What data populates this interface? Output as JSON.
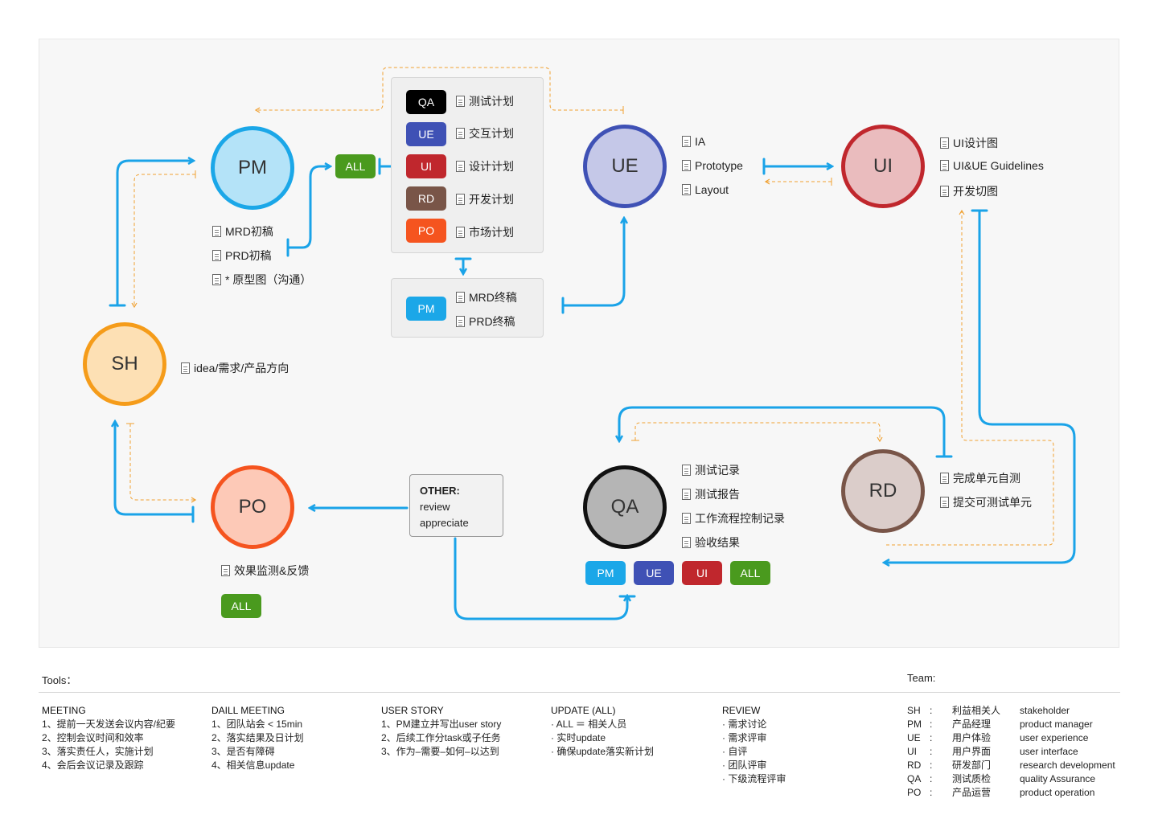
{
  "nodes": {
    "pm": {
      "label": "PM"
    },
    "ue": {
      "label": "UE"
    },
    "ui": {
      "label": "UI"
    },
    "sh": {
      "label": "SH"
    },
    "po": {
      "label": "PO"
    },
    "qa": {
      "label": "QA"
    },
    "rd": {
      "label": "RD"
    }
  },
  "colors": {
    "arrow": "#1aa3e8",
    "dashed": "#f0a030",
    "pm": "#1ba7e8",
    "ue": "#3f51b5",
    "ui": "#c0272d",
    "sh": "#f59c1a",
    "po": "#f5541f",
    "qa": "#111111",
    "rd": "#795548",
    "all": "#4a9a1e"
  },
  "tags": {
    "all_left": "ALL",
    "plan_qa": "QA",
    "plan_ue": "UE",
    "plan_ui": "UI",
    "plan_rd": "RD",
    "plan_po": "PO",
    "final_pm": "PM",
    "qa_pm": "PM",
    "qa_ue": "UE",
    "qa_ui": "UI",
    "qa_all": "ALL",
    "po_all": "ALL"
  },
  "docs": {
    "plans": [
      "测试计划",
      "交互计划",
      "设计计划",
      "开发计划",
      "市场计划"
    ],
    "final": [
      "MRD终稿",
      "PRD终稿"
    ],
    "pm": [
      "MRD初稿",
      "PRD初稿",
      "* 原型图（沟通）"
    ],
    "ue": [
      "IA",
      "Prototype",
      "Layout"
    ],
    "ui": [
      "UI设计图",
      "UI&UE Guidelines",
      "开发切图"
    ],
    "sh": [
      "idea/需求/产品方向"
    ],
    "qa": [
      "测试记录",
      "测试报告",
      "工作流程控制记录",
      "验收结果"
    ],
    "rd": [
      "完成单元自测",
      "提交可测试单元"
    ],
    "po": [
      "效果监测&反馈"
    ]
  },
  "other": {
    "title": "OTHER:",
    "line1": "review",
    "line2": "appreciate"
  },
  "footer": {
    "tools_title": "Tools：",
    "team_title": "Team:",
    "columns": [
      {
        "heading": "MEETING",
        "items": [
          "1、提前一天发送会议内容/纪要",
          "2、控制会议时间和效率",
          "3、落实责任人，实施计划",
          "4、会后会议记录及跟踪"
        ]
      },
      {
        "heading": "DAILL MEETING",
        "items": [
          "1、团队站会 < 15min",
          "2、落实结果及日计划",
          "3、是否有障碍",
          "4、相关信息update"
        ]
      },
      {
        "heading": "USER STORY",
        "items": [
          "1、PM建立并写出user story",
          "2、后续工作分task或子任务",
          "3、作为–需要–如何–以达到"
        ]
      },
      {
        "heading": "UPDATE (ALL)",
        "items": [
          "· ALL ＝ 相关人员",
          "· 实时update",
          "· 确保update落实新计划"
        ]
      },
      {
        "heading": "REVIEW",
        "items": [
          "· 需求讨论",
          "· 需求评审",
          "· 自评",
          "· 团队评审",
          "· 下级流程评审"
        ]
      }
    ],
    "team": [
      {
        "abbr": "SH",
        "cn": "利益相关人",
        "en": "stakeholder"
      },
      {
        "abbr": "PM",
        "cn": "产品经理",
        "en": "product manager"
      },
      {
        "abbr": "UE",
        "cn": "用户体验",
        "en": "user experience"
      },
      {
        "abbr": "UI",
        "cn": "用户界面",
        "en": "user interface"
      },
      {
        "abbr": "RD",
        "cn": "研发部门",
        "en": "research development"
      },
      {
        "abbr": "QA",
        "cn": "测试质检",
        "en": "quality Assurance"
      },
      {
        "abbr": "PO",
        "cn": "产品运营",
        "en": "product operation"
      }
    ]
  }
}
